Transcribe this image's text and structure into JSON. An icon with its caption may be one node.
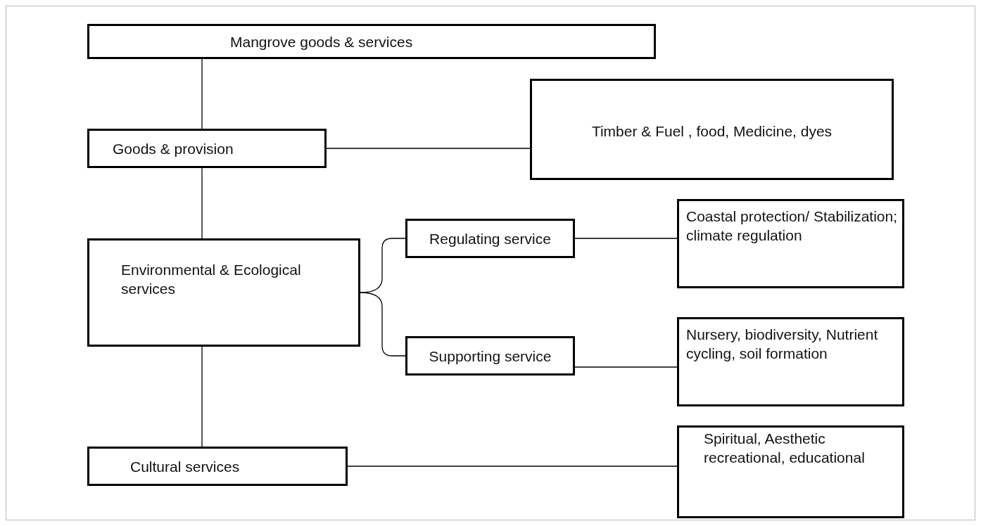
{
  "diagram": {
    "nodes": [
      {
        "text": [
          "Mangrove goods & services"
        ]
      },
      {
        "text": [
          "Goods & provision"
        ]
      },
      {
        "text": [
          "Timber & Fuel , food, Medicine, dyes"
        ]
      },
      {
        "text": [
          "Environmental & Ecological services"
        ]
      },
      {
        "text": [
          "Regulating service"
        ]
      },
      {
        "text": [
          "Coastal protection/ Stabilization; climate regulation"
        ]
      },
      {
        "text": [
          "Supporting service"
        ]
      },
      {
        "text": [
          "Nursery, biodiversity, Nutrient cycling, soil formation"
        ]
      },
      {
        "text": [
          "Cultural services"
        ]
      },
      {
        "text": [
          "Spiritual, Aesthetic recreational, educational"
        ]
      }
    ],
    "edges": [
      {
        "from": 0,
        "to": 1,
        "arrow": "none"
      },
      {
        "from": 1,
        "to": 2,
        "arrow": "none"
      },
      {
        "from": 1,
        "to": 3,
        "arrow": "none"
      },
      {
        "from": 3,
        "to": 4,
        "arrow": "none"
      },
      {
        "from": 3,
        "to": 6,
        "arrow": "none"
      },
      {
        "from": 4,
        "to": 5,
        "arrow": "none"
      },
      {
        "from": 6,
        "to": 7,
        "arrow": "none"
      },
      {
        "from": 3,
        "to": 8,
        "arrow": "none"
      },
      {
        "from": 8,
        "to": 9,
        "arrow": "none"
      }
    ]
  }
}
